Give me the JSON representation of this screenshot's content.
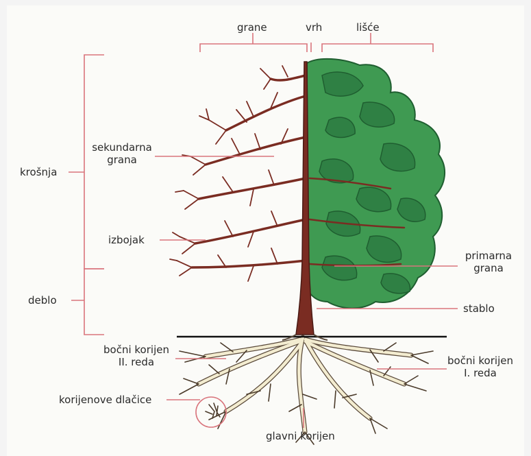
{
  "labels": {
    "grane": "grane",
    "vrh": "vrh",
    "lisce": "lišće",
    "krosnja": "krošnja",
    "sekundarna_1": "sekundarna",
    "sekundarna_2": "grana",
    "izbojak": "izbojak",
    "deblo": "deblo",
    "primarna_1": "primarna",
    "primarna_2": "grana",
    "stablo": "stablo",
    "bocni2_1": "bočni korijen",
    "bocni2_2": "II. reda",
    "bocni1_1": "bočni korijen",
    "bocni1_2": "I. reda",
    "dlacice": "korijenove dlačice",
    "glavni": "glavni korijen"
  },
  "colors": {
    "trunk": "#7a2c22",
    "foliage": "#3f9a52",
    "foliage_dark": "#226b36",
    "root": "#f3ecd0",
    "leader": "#d9747c",
    "ground": "#111111"
  }
}
